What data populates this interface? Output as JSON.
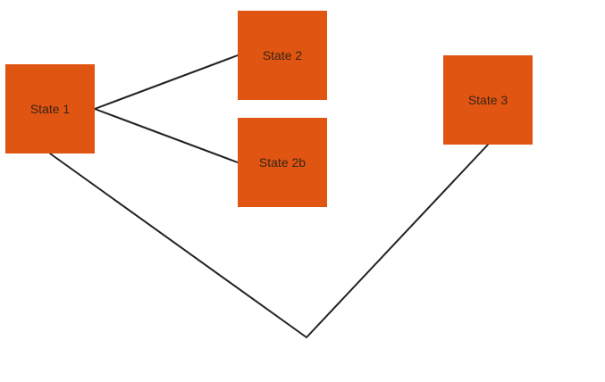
{
  "colors": {
    "node_fill": "#e05512",
    "edge_stroke": "#222222",
    "background": "#ffffff"
  },
  "nodes": [
    {
      "id": "state1",
      "label": "State 1"
    },
    {
      "id": "state2",
      "label": "State 2"
    },
    {
      "id": "state2b",
      "label": "State 2b"
    },
    {
      "id": "state3",
      "label": "State 3"
    }
  ],
  "edges": [
    {
      "from": "state1",
      "to": "state2"
    },
    {
      "from": "state1",
      "to": "state2b"
    },
    {
      "from": "state1",
      "to": "state3",
      "routing": "via-waypoint"
    }
  ]
}
